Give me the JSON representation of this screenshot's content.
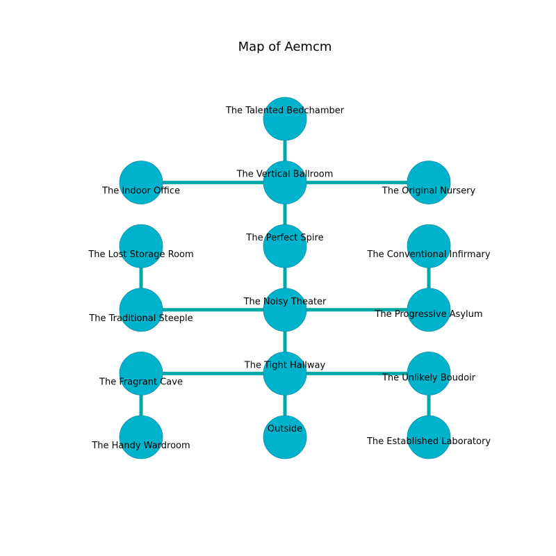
{
  "title": "Map of Aemcm",
  "colors": {
    "node_fill": "#00b3cc",
    "node_stroke": "#0e8ea3",
    "edge": "#00a8a8"
  },
  "rooms": [
    {
      "id": "talented-bedchamber",
      "label": "The Talented Bedchamber",
      "col": 1,
      "row": 0,
      "label_side": "above"
    },
    {
      "id": "indoor-office",
      "label": "The Indoor Office",
      "col": 0,
      "row": 1,
      "label_side": "below"
    },
    {
      "id": "vertical-ballroom",
      "label": "The Vertical Ballroom",
      "col": 1,
      "row": 1,
      "label_side": "above"
    },
    {
      "id": "original-nursery",
      "label": "The Original Nursery",
      "col": 2,
      "row": 1,
      "label_side": "below"
    },
    {
      "id": "lost-storage-room",
      "label": "The Lost Storage Room",
      "col": 0,
      "row": 2,
      "label_side": "below"
    },
    {
      "id": "perfect-spire",
      "label": "The Perfect Spire",
      "col": 1,
      "row": 2,
      "label_side": "above"
    },
    {
      "id": "conventional-infirmary",
      "label": "The Conventional Infirmary",
      "col": 2,
      "row": 2,
      "label_side": "below"
    },
    {
      "id": "traditional-steeple",
      "label": "The Traditional Steeple",
      "col": 0,
      "row": 3,
      "label_side": "below"
    },
    {
      "id": "noisy-theater",
      "label": "The Noisy Theater",
      "col": 1,
      "row": 3,
      "label_side": "above"
    },
    {
      "id": "progressive-asylum",
      "label": "The Progressive Asylum",
      "col": 2,
      "row": 3,
      "label_side": "center"
    },
    {
      "id": "fragrant-cave",
      "label": "The Fragrant Cave",
      "col": 0,
      "row": 4,
      "label_side": "below"
    },
    {
      "id": "tight-hallway",
      "label": "The Tight Hallway",
      "col": 1,
      "row": 4,
      "label_side": "above"
    },
    {
      "id": "unlikely-boudoir",
      "label": "The Unlikely Boudoir",
      "col": 2,
      "row": 4,
      "label_side": "center"
    },
    {
      "id": "handy-wardroom",
      "label": "The Handy Wardroom",
      "col": 0,
      "row": 5,
      "label_side": "below"
    },
    {
      "id": "outside",
      "label": "Outside",
      "col": 1,
      "row": 5,
      "label_side": "above"
    },
    {
      "id": "established-laboratory",
      "label": "The Established Laboratory",
      "col": 2,
      "row": 5,
      "label_side": "center"
    }
  ],
  "connections": [
    [
      "talented-bedchamber",
      "vertical-ballroom"
    ],
    [
      "vertical-ballroom",
      "indoor-office"
    ],
    [
      "vertical-ballroom",
      "original-nursery"
    ],
    [
      "vertical-ballroom",
      "perfect-spire"
    ],
    [
      "perfect-spire",
      "noisy-theater"
    ],
    [
      "lost-storage-room",
      "traditional-steeple"
    ],
    [
      "noisy-theater",
      "traditional-steeple"
    ],
    [
      "noisy-theater",
      "progressive-asylum"
    ],
    [
      "conventional-infirmary",
      "progressive-asylum"
    ],
    [
      "noisy-theater",
      "tight-hallway"
    ],
    [
      "tight-hallway",
      "fragrant-cave"
    ],
    [
      "tight-hallway",
      "unlikely-boudoir"
    ],
    [
      "tight-hallway",
      "outside"
    ],
    [
      "fragrant-cave",
      "handy-wardroom"
    ],
    [
      "unlikely-boudoir",
      "established-laboratory"
    ]
  ]
}
